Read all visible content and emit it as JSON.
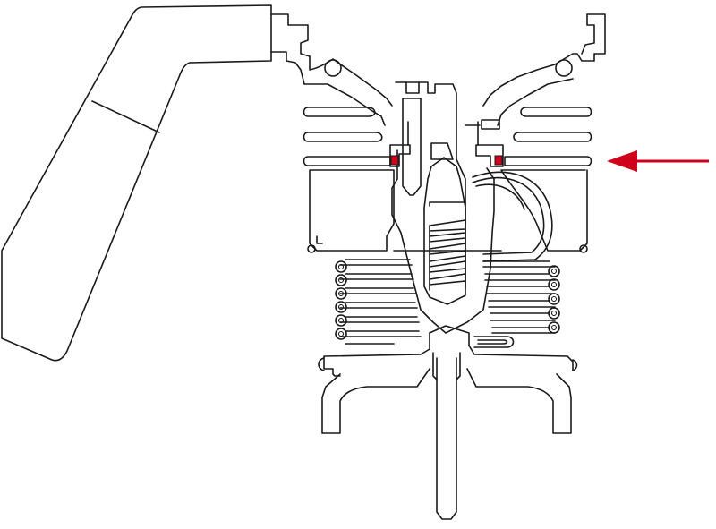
{
  "diagram": {
    "colors": {
      "line": "#1a1a1a",
      "background": "#ffffff",
      "seal_highlight": "#d0021b",
      "arrow": "#d0021b"
    },
    "icons": [
      "handle-lever",
      "valve-body",
      "cooling-fins",
      "spring",
      "coil-tubes",
      "o-ring",
      "pointer-arrow"
    ]
  }
}
